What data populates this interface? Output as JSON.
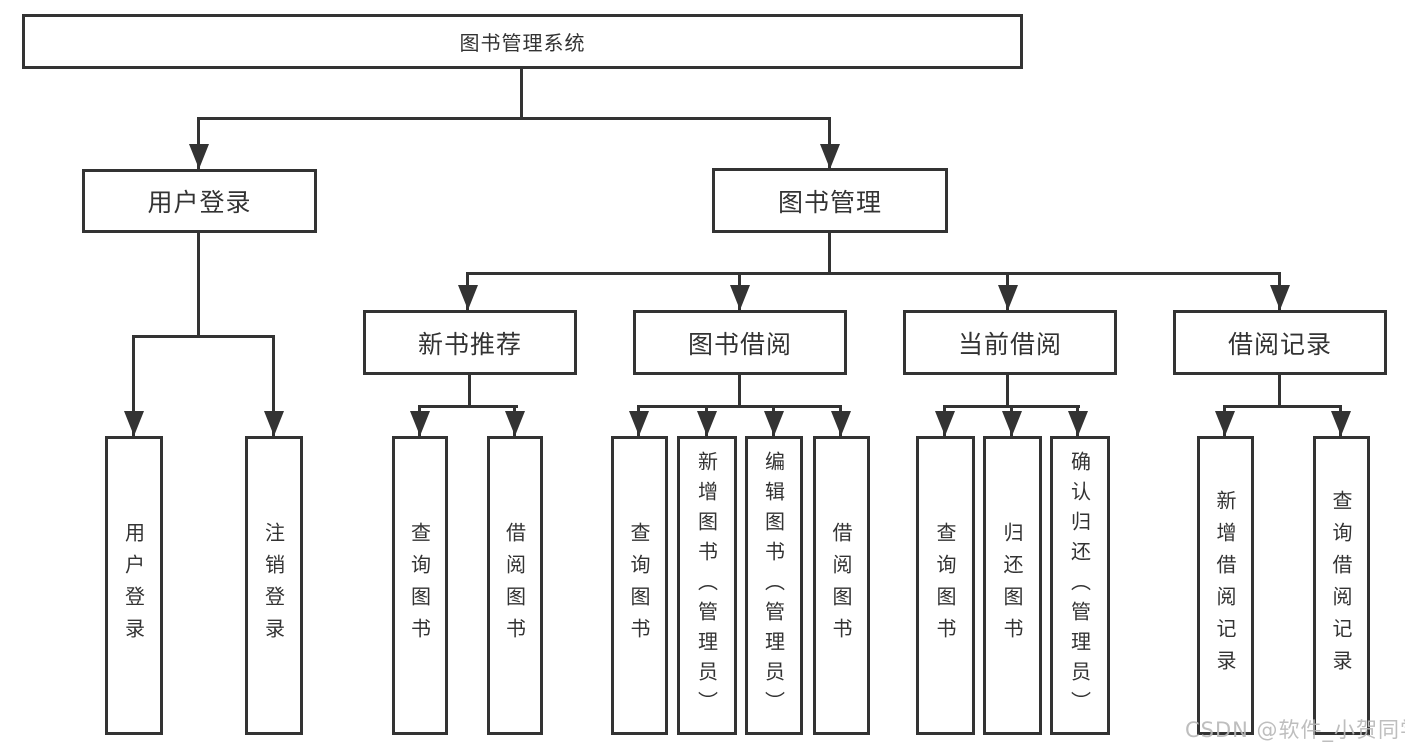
{
  "tree": {
    "root": "图书管理系统",
    "children": [
      {
        "label": "用户登录",
        "children": [
          {
            "label": "用户登录"
          },
          {
            "label": "注销登录"
          }
        ]
      },
      {
        "label": "图书管理",
        "children": [
          {
            "label": "新书推荐",
            "children": [
              {
                "label": "查询图书"
              },
              {
                "label": "借阅图书"
              }
            ]
          },
          {
            "label": "图书借阅",
            "children": [
              {
                "label": "查询图书"
              },
              {
                "label": "新增图书（管理员）"
              },
              {
                "label": "编辑图书（管理员）"
              },
              {
                "label": "借阅图书"
              }
            ]
          },
          {
            "label": "当前借阅",
            "children": [
              {
                "label": "查询图书"
              },
              {
                "label": "归还图书"
              },
              {
                "label": "确认归还（管理员）"
              }
            ]
          },
          {
            "label": "借阅记录",
            "children": [
              {
                "label": "新增借阅记录"
              },
              {
                "label": "查询借阅记录"
              }
            ]
          }
        ]
      }
    ]
  },
  "watermark": {
    "text": "CSDN @软件_小贺同学"
  },
  "colors": {
    "line": "#333333",
    "text": "#333333",
    "background": "#ffffff",
    "watermark": "#b9b9b9"
  }
}
